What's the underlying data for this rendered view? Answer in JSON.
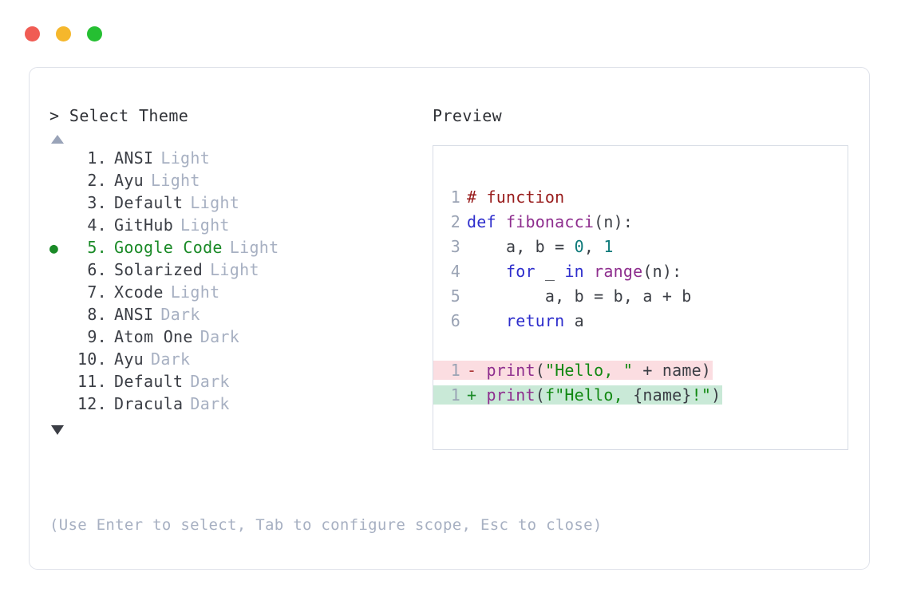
{
  "window": {
    "controls": [
      {
        "name": "close",
        "color": "#f05c54"
      },
      {
        "name": "minimize",
        "color": "#f5b72c"
      },
      {
        "name": "maximize",
        "color": "#25bf32"
      }
    ]
  },
  "selector": {
    "prompt_marker": ">",
    "prompt_label": "Select Theme",
    "scroll_up_icon": "triangle-up-icon",
    "scroll_down_icon": "triangle-down-icon",
    "selected_index": 5,
    "bullet_glyph": "●",
    "items": [
      {
        "index": "1.",
        "name": "ANSI",
        "variant": "Light",
        "selected": false
      },
      {
        "index": "2.",
        "name": "Ayu",
        "variant": "Light",
        "selected": false
      },
      {
        "index": "3.",
        "name": "Default",
        "variant": "Light",
        "selected": false
      },
      {
        "index": "4.",
        "name": "GitHub",
        "variant": "Light",
        "selected": false
      },
      {
        "index": "5.",
        "name": "Google Code",
        "variant": "Light",
        "selected": true
      },
      {
        "index": "6.",
        "name": "Solarized",
        "variant": "Light",
        "selected": false
      },
      {
        "index": "7.",
        "name": "Xcode",
        "variant": "Light",
        "selected": false
      },
      {
        "index": "8.",
        "name": "ANSI",
        "variant": "Dark",
        "selected": false
      },
      {
        "index": "9.",
        "name": "Atom One",
        "variant": "Dark",
        "selected": false
      },
      {
        "index": "10.",
        "name": "Ayu",
        "variant": "Dark",
        "selected": false
      },
      {
        "index": "11.",
        "name": "Default",
        "variant": "Dark",
        "selected": false
      },
      {
        "index": "12.",
        "name": "Dracula",
        "variant": "Dark",
        "selected": false
      }
    ],
    "hint": "(Use Enter to select, Tab to configure scope, Esc to close)"
  },
  "preview": {
    "title": "Preview",
    "code_lines": [
      {
        "num": "1",
        "tokens": [
          {
            "t": "# function",
            "c": "tok-comment"
          }
        ]
      },
      {
        "num": "2",
        "tokens": [
          {
            "t": "def ",
            "c": "tok-keyword"
          },
          {
            "t": "fibonacci",
            "c": "tok-func"
          },
          {
            "t": "(n):",
            "c": "tok-punct"
          }
        ]
      },
      {
        "num": "3",
        "tokens": [
          {
            "t": "    a, b = ",
            "c": "tok-plain"
          },
          {
            "t": "0",
            "c": "tok-num"
          },
          {
            "t": ", ",
            "c": "tok-plain"
          },
          {
            "t": "1",
            "c": "tok-num"
          }
        ]
      },
      {
        "num": "4",
        "tokens": [
          {
            "t": "    ",
            "c": "tok-plain"
          },
          {
            "t": "for",
            "c": "tok-keyword"
          },
          {
            "t": " _ ",
            "c": "tok-plain"
          },
          {
            "t": "in",
            "c": "tok-keyword"
          },
          {
            "t": " ",
            "c": "tok-plain"
          },
          {
            "t": "range",
            "c": "tok-func"
          },
          {
            "t": "(n):",
            "c": "tok-punct"
          }
        ]
      },
      {
        "num": "5",
        "tokens": [
          {
            "t": "        a, b = b, a + b",
            "c": "tok-plain"
          }
        ]
      },
      {
        "num": "6",
        "tokens": [
          {
            "t": "    ",
            "c": "tok-plain"
          },
          {
            "t": "return",
            "c": "tok-keyword"
          },
          {
            "t": " a",
            "c": "tok-plain"
          }
        ]
      }
    ],
    "diff_lines": [
      {
        "num": "1",
        "kind": "del",
        "sign": "-",
        "tokens": [
          {
            "t": "print",
            "c": "tok-func"
          },
          {
            "t": "(",
            "c": "tok-punct"
          },
          {
            "t": "\"Hello, \"",
            "c": "tok-str"
          },
          {
            "t": " + name)",
            "c": "tok-plain"
          }
        ]
      },
      {
        "num": "1",
        "kind": "add",
        "sign": "+",
        "tokens": [
          {
            "t": "print",
            "c": "tok-func"
          },
          {
            "t": "(",
            "c": "tok-punct"
          },
          {
            "t": "f\"Hello, ",
            "c": "tok-str"
          },
          {
            "t": "{name}",
            "c": "tok-plain"
          },
          {
            "t": "!\"",
            "c": "tok-str"
          },
          {
            "t": ")",
            "c": "tok-punct"
          }
        ]
      }
    ]
  }
}
